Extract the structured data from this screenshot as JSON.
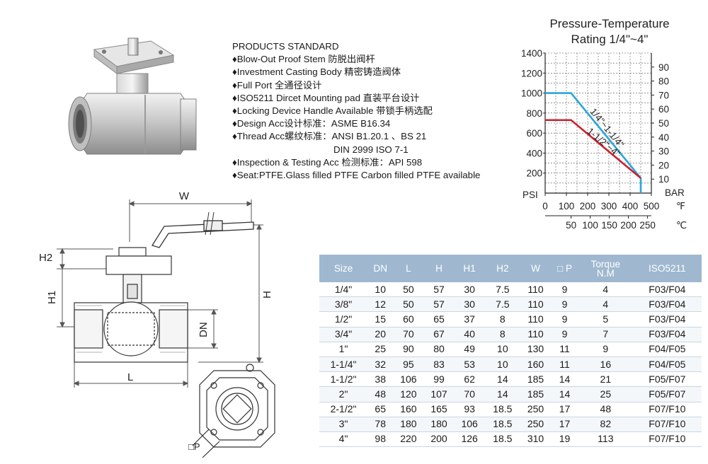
{
  "standards": {
    "heading": "PRODUCTS STANDARD",
    "items": [
      "♦Blow-Out Proof Stem 防脱出阀杆",
      "♦Investment Casting Body 精密铸造阀体",
      "♦Full Port 全通径设计",
      "♦ISO5211 Dircet Mounting pad 直装平台设计",
      "♦Locking Device Handle Available 带锁手柄选配",
      "♦Design Acc设计标准：ASME B16.34",
      "♦Thread Acc螺纹标准：ANSI B1.20.1 、BS 21",
      "DIN 2999  ISO 7-1",
      "♦Inspection & Testing Acc 检测标准：API 598",
      "♦Seat:PTFE.Glass filled PTFE Carbon filled PTFE available"
    ]
  },
  "chart_data": {
    "type": "line",
    "title": "Pressure-Temperature",
    "subtitle": "Rating 1/4\"~4\"",
    "ylabel": "PSI",
    "y2label": "BAR",
    "xlabel": "℉",
    "x2label": "℃",
    "ylim": [
      0,
      1400
    ],
    "y2lim": [
      0,
      100
    ],
    "xlim": [
      0,
      500
    ],
    "yticks": [
      200,
      400,
      600,
      800,
      1000,
      1200,
      1400
    ],
    "y2ticks": [
      10,
      20,
      30,
      40,
      50,
      60,
      70,
      80,
      90
    ],
    "xticks": [
      0,
      100,
      200,
      300,
      400,
      500
    ],
    "x2ticks": [
      50,
      100,
      150,
      200,
      250
    ],
    "grid": true,
    "colors": {
      "series1": "#2aa6d9",
      "series2": "#cc1f2e"
    },
    "series": [
      {
        "name": "1/4\"~1-1/4\"",
        "x": [
          0,
          122,
          450,
          450
        ],
        "y": [
          1000,
          1000,
          150,
          0
        ]
      },
      {
        "name": "1-1/2\"~4\"",
        "x": [
          0,
          122,
          450
        ],
        "y": [
          730,
          730,
          150
        ]
      }
    ]
  },
  "drawing": {
    "labels": {
      "w": "W",
      "h": "H",
      "h1": "H1",
      "h2": "H2",
      "dn": "DN",
      "l": "L",
      "p": "□P"
    }
  },
  "table": {
    "headers": [
      "Size",
      "DN",
      "L",
      "H",
      "H1",
      "H2",
      "W",
      "□ P",
      "Torque\nN.M",
      "ISO5211"
    ],
    "rows": [
      [
        "1/4\"",
        "10",
        "50",
        "57",
        "30",
        "7.5",
        "110",
        "9",
        "4",
        "F03/F04"
      ],
      [
        "3/8\"",
        "12",
        "50",
        "57",
        "30",
        "7.5",
        "110",
        "9",
        "4",
        "F03/F04"
      ],
      [
        "1/2\"",
        "15",
        "60",
        "65",
        "37",
        "8",
        "110",
        "9",
        "5",
        "F03/F04"
      ],
      [
        "3/4\"",
        "20",
        "70",
        "67",
        "40",
        "8",
        "110",
        "9",
        "7",
        "F03/F04"
      ],
      [
        "1\"",
        "25",
        "90",
        "80",
        "49",
        "10",
        "130",
        "11",
        "9",
        "F04/F05"
      ],
      [
        "1-1/4\"",
        "32",
        "95",
        "83",
        "53",
        "10",
        "160",
        "11",
        "16",
        "F04/F05"
      ],
      [
        "1-1/2\"",
        "38",
        "106",
        "99",
        "62",
        "14",
        "185",
        "14",
        "21",
        "F05/F07"
      ],
      [
        "2\"",
        "48",
        "120",
        "107",
        "70",
        "14",
        "185",
        "14",
        "25",
        "F05/F07"
      ],
      [
        "2-1/2\"",
        "65",
        "160",
        "165",
        "93",
        "18.5",
        "250",
        "17",
        "48",
        "F07/F10"
      ],
      [
        "3\"",
        "78",
        "180",
        "180",
        "106",
        "18.5",
        "250",
        "17",
        "82",
        "F07/F10"
      ],
      [
        "4\"",
        "98",
        "220",
        "200",
        "126",
        "18.5",
        "310",
        "19",
        "113",
        "F07/F10"
      ]
    ]
  }
}
